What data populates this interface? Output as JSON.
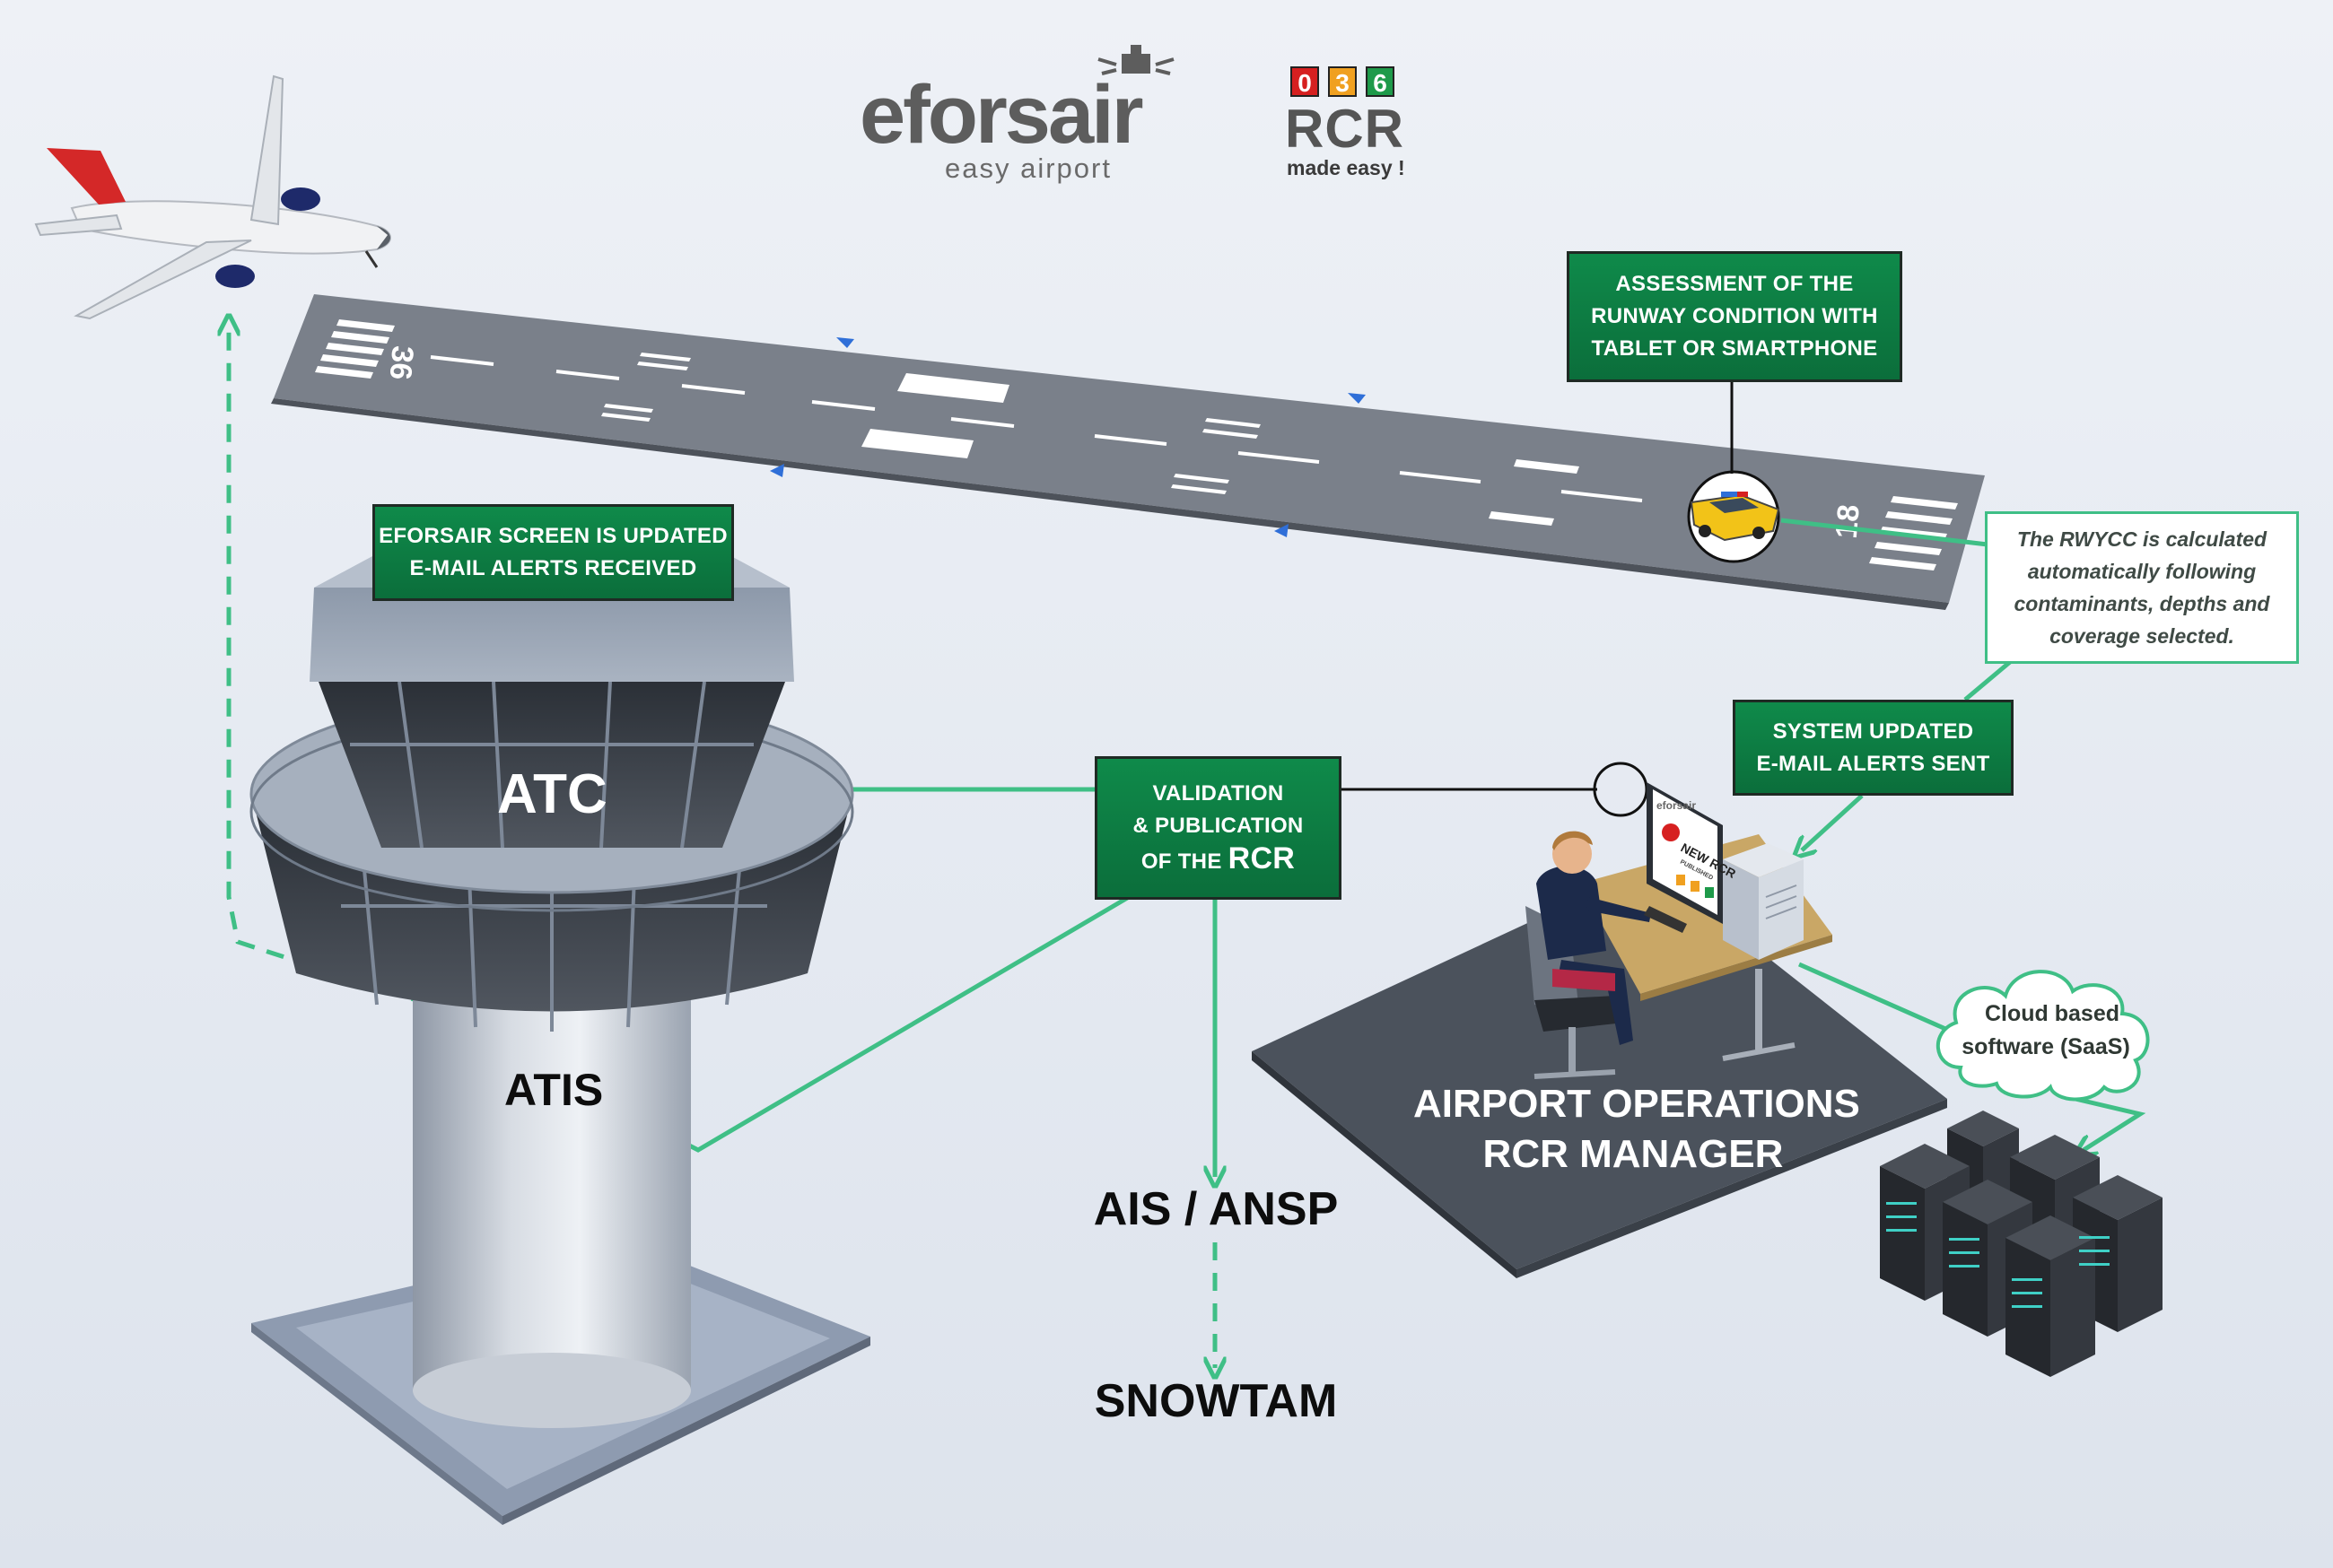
{
  "logo": {
    "brand": "eforsair",
    "tagline": "easy airport"
  },
  "rcr_logo": {
    "digits": [
      "0",
      "3",
      "6"
    ],
    "digit_colors": [
      "#d62020",
      "#f0a020",
      "#1e9a4a"
    ],
    "title": "RCR",
    "subtitle": "made easy !"
  },
  "runway": {
    "designator_left": "36",
    "designator_right": "18"
  },
  "labels": {
    "assessment": [
      "ASSESSMENT OF THE",
      "RUNWAY CONDITION WITH",
      "TABLET OR SMARTPHONE"
    ],
    "screen_updated": [
      "EFORSAIR SCREEN IS UPDATED",
      "E-MAIL ALERTS RECEIVED"
    ],
    "validation_l1": "VALIDATION",
    "validation_l2": "& PUBLICATION",
    "validation_l3_prefix": "OF THE",
    "validation_l3_big": "RCR",
    "system_updated": [
      "SYSTEM UPDATED",
      "E-MAIL ALERTS SENT"
    ]
  },
  "note": {
    "rwycc": [
      "The RWYCC is calculated",
      "automatically following",
      "contaminants, depths and",
      "coverage selected."
    ]
  },
  "cloud": [
    "Cloud based",
    "software (SaaS)"
  ],
  "tower": {
    "atc": "ATC",
    "atis": "ATIS"
  },
  "monitor": {
    "brand": "eforsair",
    "headline_1": "NEW RCR",
    "headline_2": "PUBLISHED"
  },
  "operations": [
    "AIRPORT OPERATIONS",
    "RCR MANAGER"
  ],
  "ais": "AIS / ANSP",
  "snowtam": "SNOWTAM",
  "colors": {
    "accent_green": "#3fbf86",
    "label_green": "#0b7a41",
    "runway": "#7b818b",
    "platform": "#4e5560"
  }
}
